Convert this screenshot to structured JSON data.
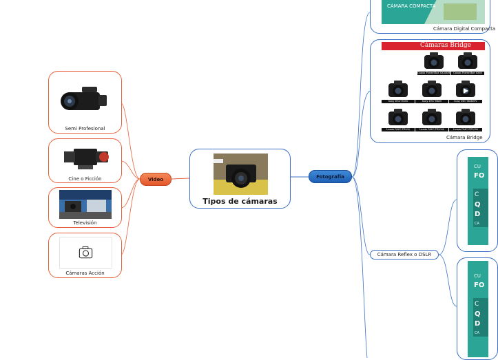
{
  "central": {
    "title": "Tipos de cámaras"
  },
  "branches": {
    "video": {
      "label": "Video",
      "children": [
        {
          "label": "Semi Profesional",
          "icon": "camcorder-image"
        },
        {
          "label": "Cine o Ficción",
          "icon": "cinema-camera-image"
        },
        {
          "label": "Televisión",
          "icon": "tv-studio-image"
        },
        {
          "label": "Cámaras Acción",
          "icon": "camera-icon"
        }
      ]
    },
    "foto": {
      "label": "Fotografía",
      "children": [
        {
          "label": "Cámara Digital Compacta",
          "banner": "CÁMARA COMPACTA"
        },
        {
          "label": "Cámara Bridge",
          "banner": "Cámaras Bridge",
          "models": [
            "Canon PowerShot SX540HS",
            "Canon PowerShot SX60",
            "Sony DSC-H300",
            "Sony DSC-H400",
            "Sony DSC-HX400V",
            "Lumix DMC-FZ300",
            "Lumix DMC-FZ2000",
            "Lumix DMC-FZ1000"
          ]
        },
        {
          "label": "Cámara Reflex o DSLR",
          "thumb_texts": [
            "CU",
            "FO",
            "C",
            "Q",
            "D",
            "CA"
          ]
        }
      ]
    }
  },
  "colors": {
    "video": "#e8603a",
    "foto": "#3a6fc4",
    "card_teal": "#2aa596"
  }
}
